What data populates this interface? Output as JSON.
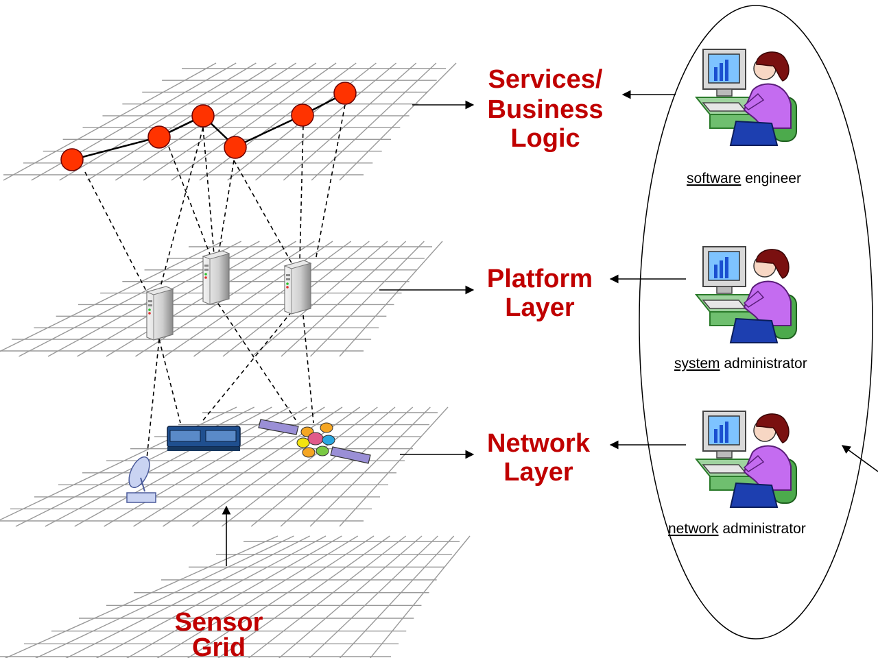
{
  "layers": {
    "services": {
      "line1": "Services/",
      "line2": "Business",
      "line3": "Logic"
    },
    "platform": {
      "line1": "Platform",
      "line2": "Layer"
    },
    "network": {
      "line1": "Network",
      "line2": "Layer"
    },
    "sensor": {
      "line1": "Sensor",
      "line2": "Grid"
    }
  },
  "roles": [
    {
      "key": "software",
      "rest": " engineer"
    },
    {
      "key": "system",
      "rest": " administrator"
    },
    {
      "key": "network",
      "rest": " administrator"
    }
  ],
  "colors": {
    "label": "#c00000",
    "node": "#ff3300",
    "grid": "#999999"
  },
  "icons": {
    "service_node": "circle",
    "server": "server-tower-icon",
    "router": "router-icon",
    "satellite": "satellite-icon",
    "dish": "satellite-dish-icon",
    "user": "person-at-computer-icon"
  }
}
